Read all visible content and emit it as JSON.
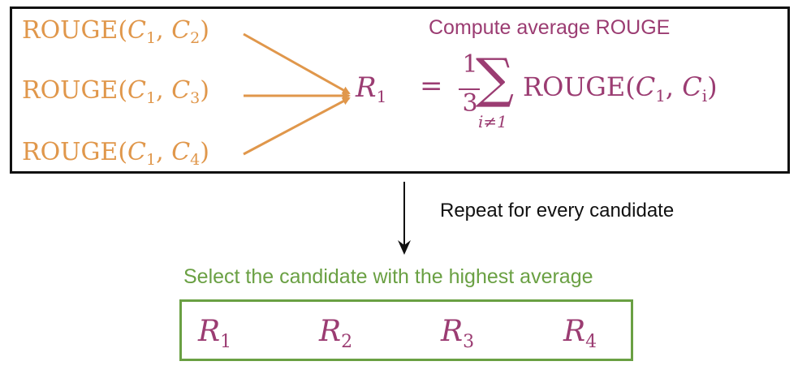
{
  "terms": [
    {
      "prefix": "ROUGE(",
      "a": "C",
      "a_sub": "1",
      "b": "C",
      "b_sub": "2"
    },
    {
      "prefix": "ROUGE(",
      "a": "C",
      "a_sub": "1",
      "b": "C",
      "b_sub": "3"
    },
    {
      "prefix": "ROUGE(",
      "a": "C",
      "a_sub": "1",
      "b": "C",
      "b_sub": "4"
    }
  ],
  "compute_label": "Compute average ROUGE",
  "formula": {
    "lhs": "R",
    "lhs_sub": "1",
    "equals": "=",
    "numerator": "1",
    "denominator": "3",
    "sum_symbol": "∑",
    "sum_index": "i≠1",
    "rouge_prefix": "ROUGE(",
    "c1": "C",
    "c1_sub": "1",
    "ci": "C",
    "ci_sub": "i"
  },
  "repeat_label": "Repeat for every candidate",
  "select_label": "Select the candidate with the highest average",
  "candidates": [
    {
      "symbol": "R",
      "sub": "1"
    },
    {
      "symbol": "R",
      "sub": "2"
    },
    {
      "symbol": "R",
      "sub": "3"
    },
    {
      "symbol": "R",
      "sub": "4"
    }
  ],
  "colors": {
    "orange": "#e0974b",
    "purple": "#9b3c72",
    "green": "#6aa043",
    "black": "#111111"
  }
}
